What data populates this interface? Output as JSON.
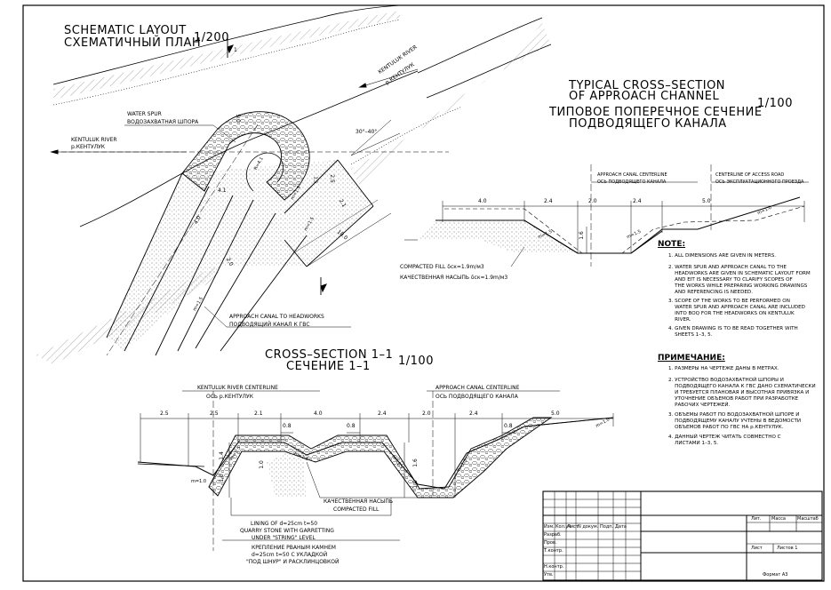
{
  "schematic": {
    "title_en": "SCHEMATIC LAYOUT",
    "title_ru": "СХЕМАТИЧНЫЙ ПЛАН",
    "scale": "1/200",
    "section_mark": "1",
    "water_spur_en": "WATER SPUR",
    "water_spur_ru": "ВОДОЗАХВАТНАЯ ШПОРА",
    "river_left_en": "KENTULUK RIVER",
    "river_left_ru": "р.КЕНТУЛУК",
    "river_right_en": "KENTULUK RIVER",
    "river_right_ru": "р.КЕНТУЛУК",
    "angle": "30°–40°",
    "approach_en": "APPROACH CANAL TO HEADWORKS",
    "approach_ru": "ПОДВОДЯЩИЙ КАНАЛ К ГВС",
    "dims": [
      "5.0",
      "2.5",
      "4.1",
      "4.0",
      "2.0",
      "10.0",
      "2.1",
      "R=4.1",
      "m=1.5",
      "m=1.5",
      "m=1.5",
      "1.5"
    ]
  },
  "typical": {
    "title_en1": "TYPICAL CROSS–SECTION",
    "title_en2": "OF APPROACH CHANNEL",
    "title_ru1": "ТИПОВОЕ  ПОПЕРЕЧНОЕ СЕЧЕНИЕ",
    "title_ru2": "ПОДВОДЯЩЕГО КАНАЛА",
    "scale": "1/100",
    "centerline_en": "APPROACH CANAL CENTERLINE",
    "centerline_ru": "ОСЬ ПОДВОДЯЩЕГО КАНАЛА",
    "road_en": "CENTERLINE OF ACCESS ROAD",
    "road_ru": "ОСЬ ЭКСПЛУАТАЦИОННОГО ПРОЕЗДА",
    "dims": [
      "4.0",
      "2.4",
      "2.0",
      "2.4",
      "5.0",
      "1.6",
      "m=1.5",
      "m=1.5",
      "m=1.0"
    ],
    "fill_en": "COMPACTED FILL  δск=1.9m/м3",
    "fill_ru": "КАЧЕСТВЕННАЯ НАСЫПЬ δск=1.9m/м3"
  },
  "notes": {
    "header_en": "NOTE:",
    "items_en": [
      "1. ALL DIMENSIONS ARE GIVEN IN METERS.",
      "2. WATER SPUR AND APPROACH CANAL TO THE\n    HEADWORKS ARE GIVEN IN SCHEMATIC LAYOUT FORM\n    AND EIT IS NECESSARY TO CLARIFY SCOPES OF\n    THE WORKS WHILE PREPARING WORKING DRAWINGS\n    AND REFERENCING IS NEEDED.",
      "3. SCOPE OF THE WORKS TO BE PERFORMED ON\n    WATER SPUR AND APPROACH CANAL ARE INCLUDED\n    INTO BOQ FOR THE HEADWORKS ON KENTULUK\n    RIVER.",
      "4. GIVEN DRAWING IS TO BE READ TOGETHER WITH\n    SHEETS 1–3, 5."
    ],
    "header_ru": "ПРИМЕЧАНИЕ:",
    "items_ru": [
      "1. РАЗМЕРЫ НА ЧЕРТЕЖЕ ДАНЫ В МЕТРАХ.",
      "2. УСТРОЙСТВО ВОДОЗАХВАТНОЙ ШПОРЫ И\n    ПОДВОДЯЩЕГО КАНАЛА К ГВС ДАНО СХЕМАТИЧЕСКИ\n    И ТРЕБУЕТСЯ ПЛАНОВАЯ И ВЫСОТНАЯ ПРИВЯЗКА И\n    УТОЧНЕНИЕ ОБЪЕМОВ РАБОТ ПРИ РАЗРАБОТКЕ\n    РАБОЧИХ ЧЕРТЕЖЕЙ.",
      "3. ОБЪЕМЫ РАБОТ ПО ВОДОЗАХВАТНОЙ ШПОРЕ И\n    ПОДВОДЯЩЕМУ КАНАЛУ УЧТЕНЫ В ВЕДОМОСТИ\n    ОБЪЕМОВ РАБОТ ПО ГВС НА р.КЕНТУЛУК.",
      "4. ДАННЫЙ ЧЕРТЕЖ ЧИТАТЬ СОВМЕСТНО С\n    ЛИСТАМИ 1–3, 5."
    ]
  },
  "section11": {
    "title_en": "CROSS–SECTION 1–1",
    "title_ru": "СЕЧЕНИЕ 1–1",
    "scale": "1/100",
    "river_cl_en": "KENTULUK RIVER CENTERLINE",
    "river_cl_ru": "ОСЬ р.КЕНТУЛУК",
    "canal_cl_en": "APPROACH CANAL CENTERLINE",
    "canal_cl_ru": "ОСЬ ПОДВОДЯЩЕГО КАНАЛА",
    "dims_top": [
      "2.5",
      "2.5",
      "2.1",
      "4.0",
      "2.4",
      "2.0",
      "2.4",
      "5.0"
    ],
    "dims_inner": [
      "0.8",
      "0.8",
      "0.8"
    ],
    "slopes": [
      "m=1.5",
      "m=1.5",
      "m=1.5",
      "m=1.5",
      "m=1.0",
      "m=1.0"
    ],
    "heights": [
      "1.4",
      "1.0",
      "1.0",
      "1.6",
      "1.0"
    ],
    "fill_ru": "КАЧЕСТВЕННАЯ НАСЫПЬ",
    "fill_en": "COMPACTED FILL",
    "lining_en": [
      "LINING OF d=25cm t=50",
      "QUARRY STONE WITH GARRETTING",
      "UNDER \"STRING\" LEVEL"
    ],
    "lining_ru": [
      "КРЕПЛЕНИЕ РВАНЫМ КАМНЕМ",
      "d=25cm t=50 С УКЛАДКОЙ",
      "\"ПОД ШНУР\" И РАСКЛИНЦОВКОЙ"
    ]
  },
  "title_block": {
    "col_headers": [
      "Изм.",
      "Кол.уч",
      "Лист",
      "N докум.",
      "Подп.",
      "Дата"
    ],
    "rows": [
      "Разраб.",
      "Пров.",
      "Т.контр.",
      "Н.контр.",
      "Утв."
    ],
    "lit": "Лит.",
    "massa": "Масса",
    "masshtab": "Масштаб",
    "list": "Лист",
    "listov": "Листов 1",
    "format": "Формат А3"
  }
}
